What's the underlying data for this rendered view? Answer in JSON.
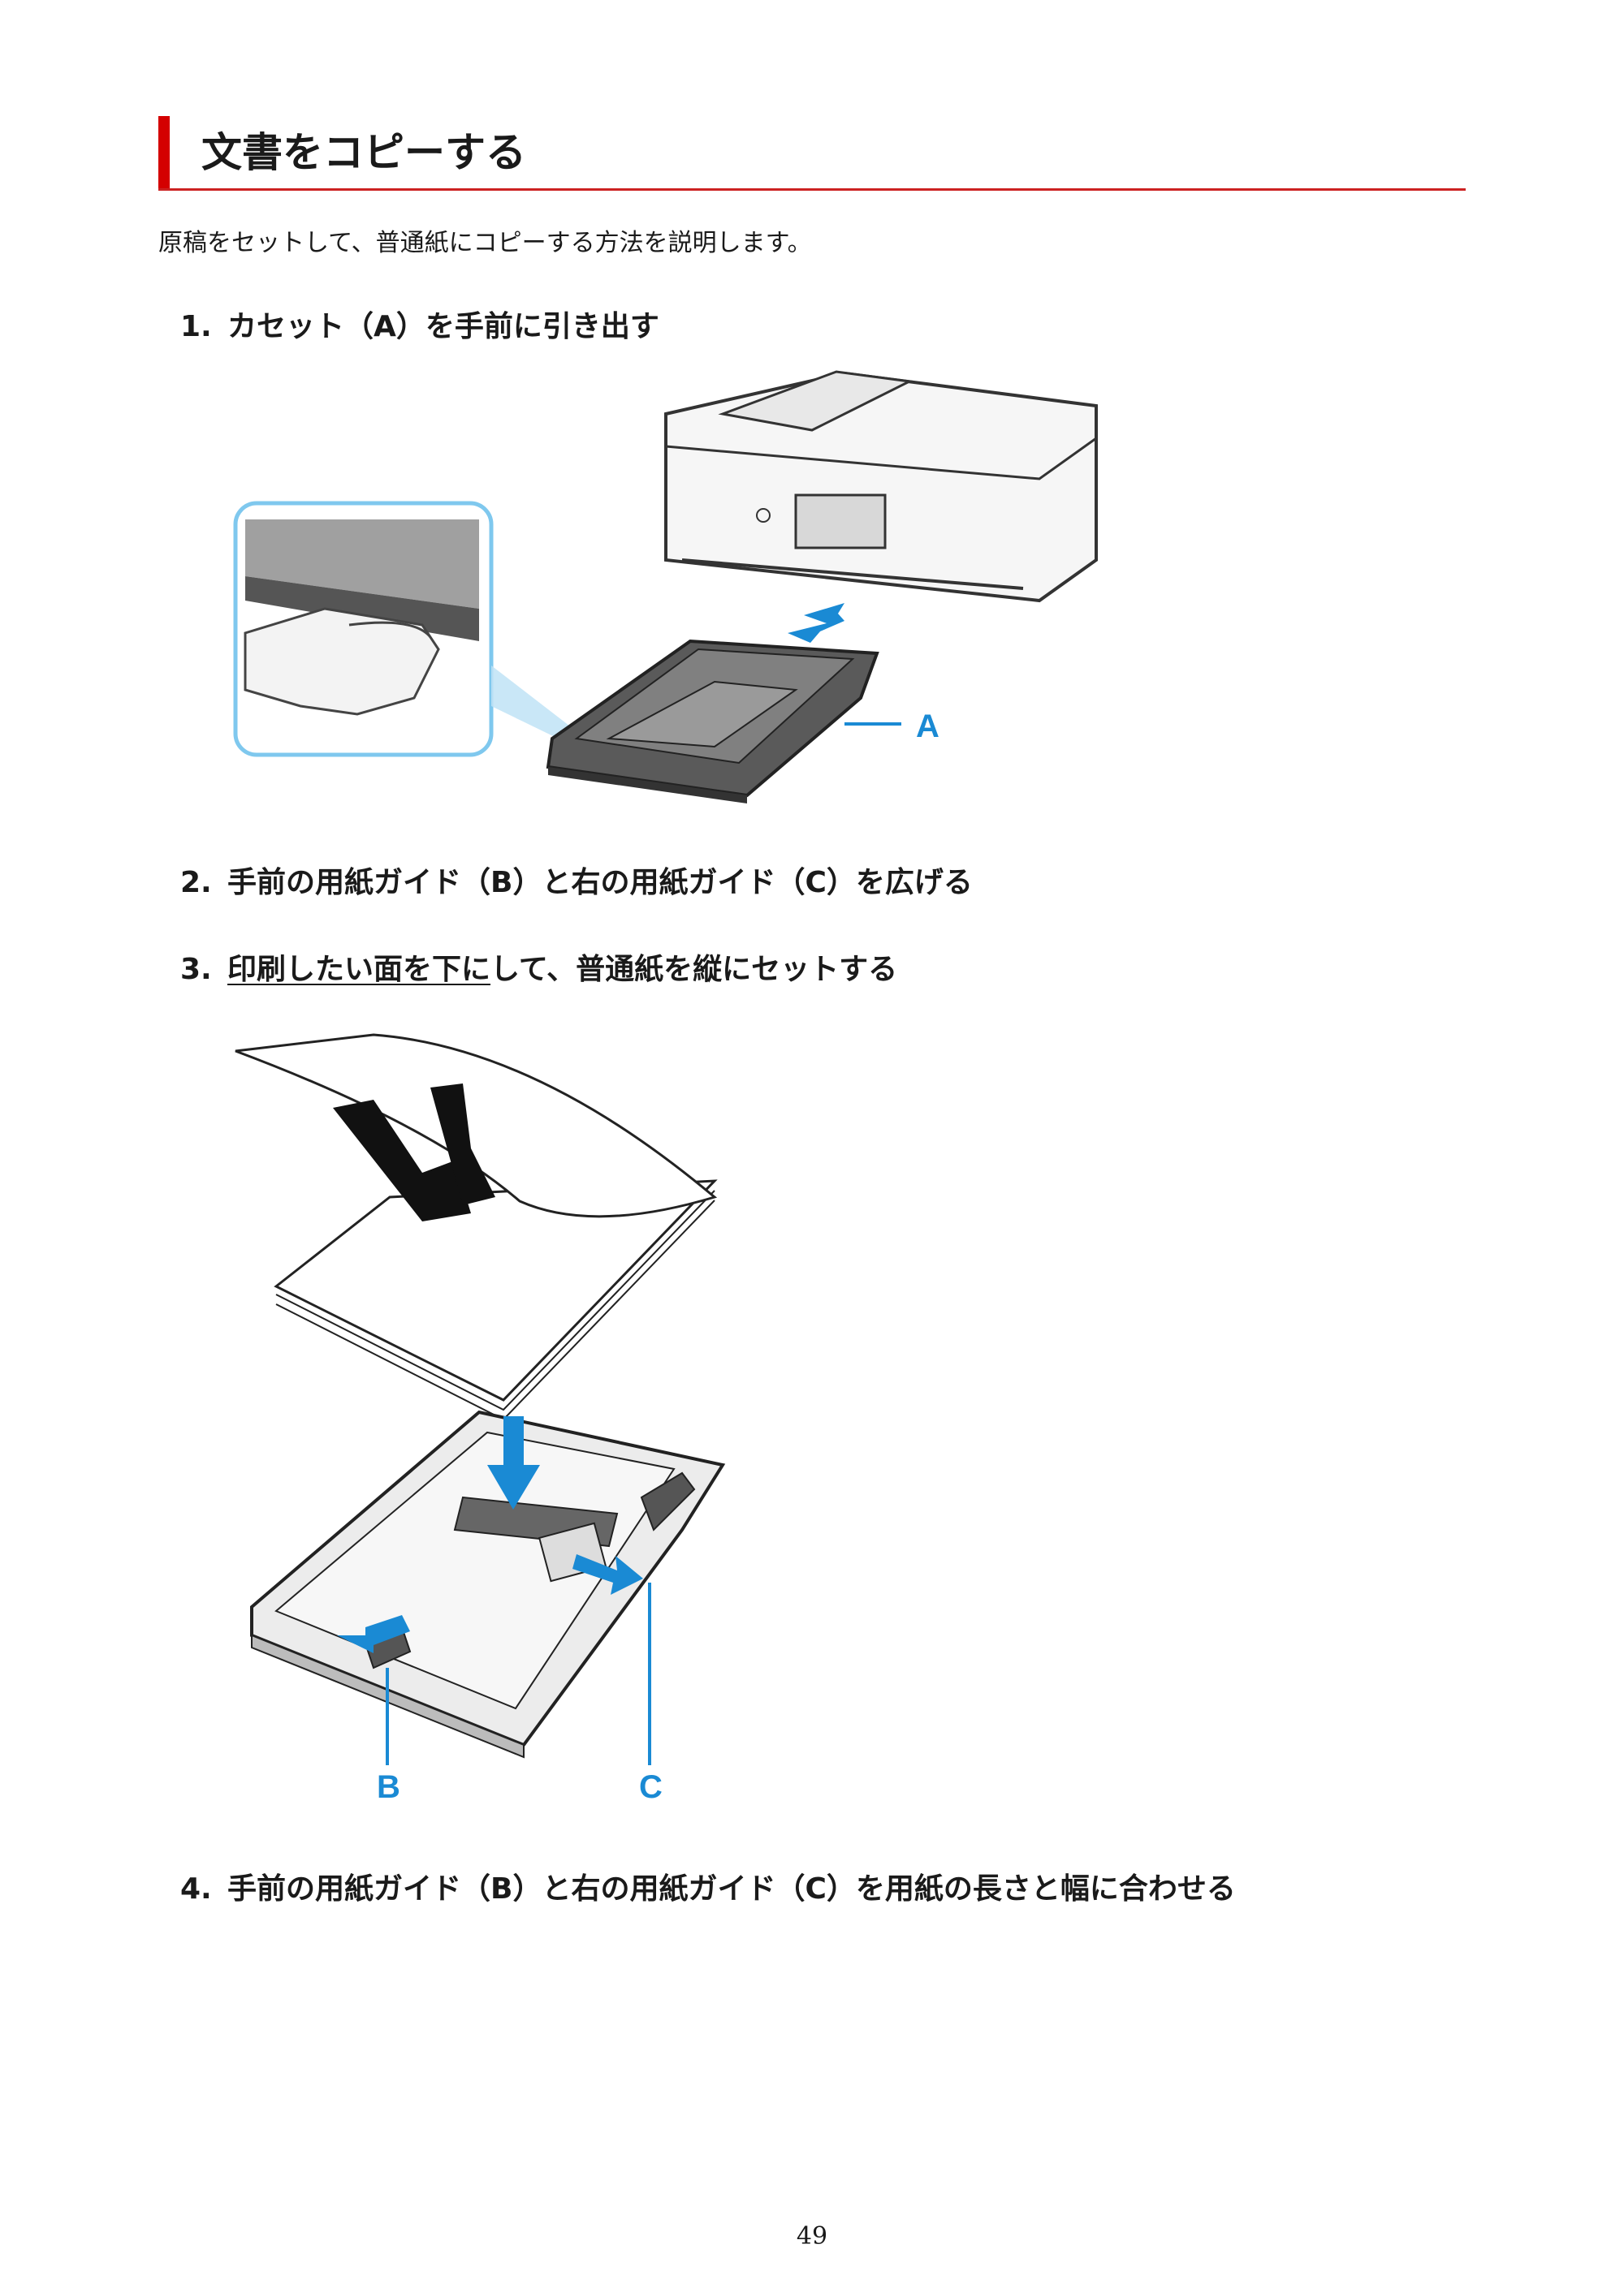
{
  "header": {
    "title": "文書をコピーする"
  },
  "intro": "原稿をセットして、普通紙にコピーする方法を説明します。",
  "steps": [
    {
      "num": "1.",
      "text": "カセット（A）を手前に引き出す"
    },
    {
      "num": "2.",
      "text": "手前の用紙ガイド（B）と右の用紙ガイド（C）を広げる"
    },
    {
      "num": "3.",
      "text_underlined": "印刷したい面を下に",
      "text_rest": "して、普通紙を縦にセットする"
    },
    {
      "num": "4.",
      "text": "手前の用紙ガイド（B）と右の用紙ガイド（C）を用紙の長さと幅に合わせる"
    }
  ],
  "figures": {
    "fig1": {
      "callout_a": "A"
    },
    "fig2": {
      "callout_b": "B",
      "callout_c": "C"
    }
  },
  "colors": {
    "accent_red": "#d40000",
    "callout_blue": "#1a8ad4",
    "zoom_blue": "#7fc8ee"
  },
  "footer": {
    "page_number": "49"
  }
}
